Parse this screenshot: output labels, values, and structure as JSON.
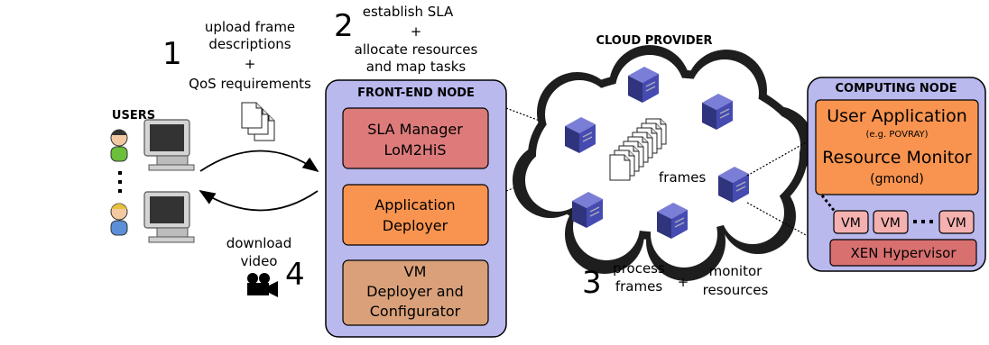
{
  "steps": {
    "step1": {
      "number": "1",
      "lines": [
        "upload frame",
        "descriptions",
        "+",
        "QoS requirements"
      ]
    },
    "step2": {
      "number": "2",
      "lines": [
        "establish SLA",
        "+",
        "allocate resources",
        "and map tasks"
      ]
    },
    "step3": {
      "number": "3",
      "process": [
        "process",
        "frames"
      ],
      "plus": "+",
      "monitor": [
        "monitor",
        "resources"
      ]
    },
    "step4": {
      "number": "4",
      "lines": [
        "download",
        "video"
      ]
    }
  },
  "users": {
    "title": "USERS"
  },
  "front_end": {
    "title": "FRONT-END NODE",
    "sla_manager": [
      "SLA Manager",
      "LoM2HiS"
    ],
    "app_deployer": [
      "Application",
      "Deployer"
    ],
    "vm_deployer": [
      "VM",
      "Deployer and",
      "Configurator"
    ]
  },
  "cloud": {
    "title": "CLOUD PROVIDER",
    "frames_label": "frames"
  },
  "computing_node": {
    "title": "COMPUTING NODE",
    "user_app": "User Application",
    "user_app_example": "(e.g. POVRAY)",
    "resource_monitor": "Resource Monitor",
    "resource_monitor_sub": "(gmond)",
    "vms": [
      "VM",
      "VM",
      "VM"
    ],
    "hypervisor": "XEN Hypervisor"
  },
  "colors": {
    "panel_fill": "#b9b9ee",
    "sla_fill": "#dd7b7b",
    "deployer_fill": "#f99450",
    "vm_deployer_fill": "#d9a07a",
    "vm_fill": "#f5b0b0",
    "hypervisor_fill": "#d97070"
  }
}
